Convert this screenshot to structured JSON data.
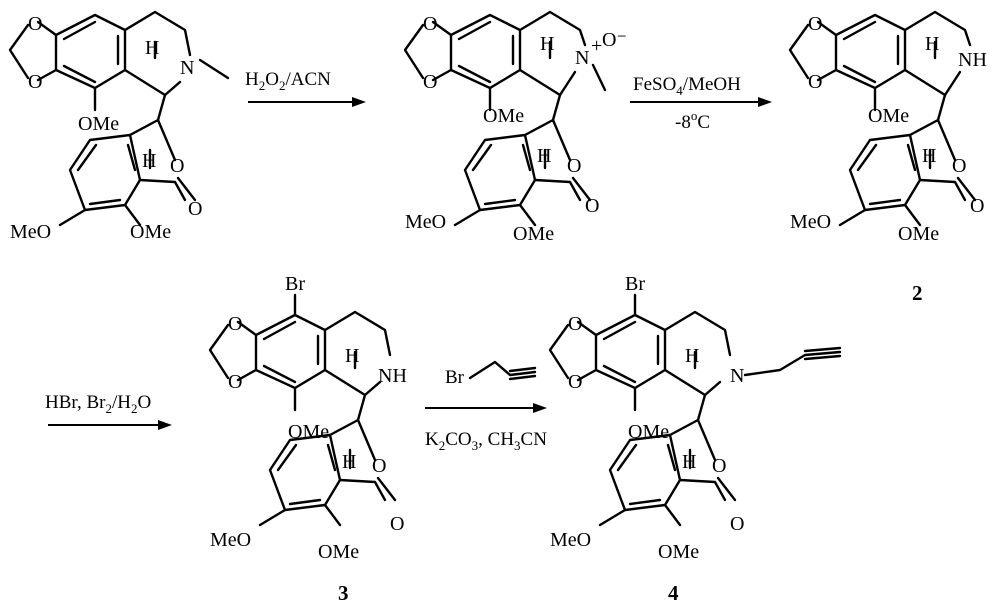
{
  "compounds": {
    "c2": "2",
    "c3": "3",
    "c4": "4"
  },
  "atoms": {
    "O": "O",
    "N": "N",
    "H": "H",
    "NH": "NH",
    "Br": "Br",
    "OMe": "OMe",
    "MeO": "MeO",
    "O_minus": "O⁻",
    "plus": "+"
  },
  "arrows": {
    "a1": {
      "reagent_top_parts": [
        "H",
        "2",
        "O",
        "2",
        "/ACN"
      ],
      "reagent_bottom": ""
    },
    "a2": {
      "reagent_top_parts": [
        "FeSO",
        "4",
        "/MeOH"
      ],
      "reagent_bottom_parts": [
        "-8",
        "o",
        "C"
      ]
    },
    "a3": {
      "reagent_top_parts": [
        "HBr, Br",
        "2",
        "/H",
        "2",
        "O"
      ]
    },
    "a4": {
      "reagent_bottom_parts": [
        "K",
        "2",
        "CO",
        "3",
        ", CH",
        "3",
        "CN"
      ],
      "reagent_top_label": "Br"
    }
  }
}
